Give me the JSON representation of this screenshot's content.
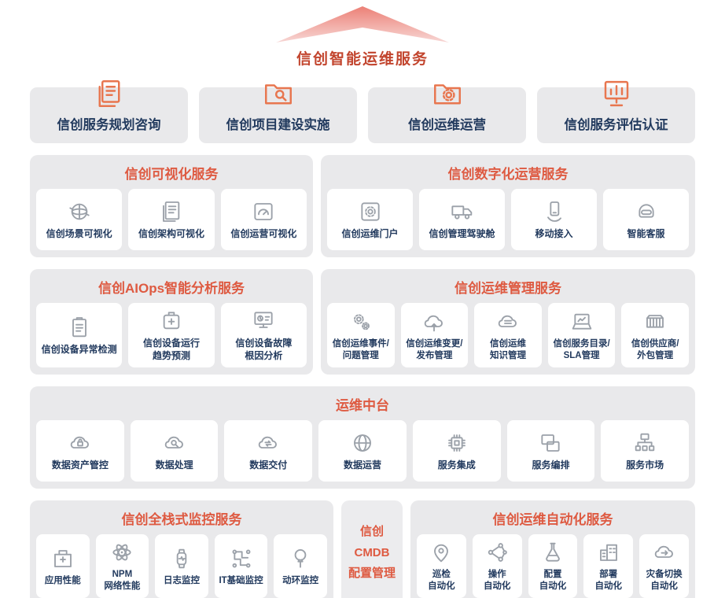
{
  "title": "信创智能运维服务",
  "colors": {
    "title_red": "#c2452e",
    "section_header_orange": "#de5a41",
    "label_navy": "#223a5e",
    "panel_gray": "#e9e9eb",
    "icon_gray": "#9ba1a9",
    "top_icon_orange": "#e8764f",
    "arrow_pink_top": "#ec8076",
    "arrow_pink_bottom": "#f7d6d4"
  },
  "top_services": [
    {
      "label": "信创服务规划咨询",
      "icon": "document-icon"
    },
    {
      "label": "信创项目建设实施",
      "icon": "folder-search-icon"
    },
    {
      "label": "信创运维运营",
      "icon": "folder-gear-icon"
    },
    {
      "label": "信创服务评估认证",
      "icon": "chart-board-icon"
    }
  ],
  "sections": {
    "visualization": {
      "title": "信创可视化服务",
      "items": [
        {
          "label": "信创场景可视化",
          "icon": "globe-arrows-icon"
        },
        {
          "label": "信创架构可视化",
          "icon": "blueprint-icon"
        },
        {
          "label": "信创运营可视化",
          "icon": "dashboard-icon"
        }
      ]
    },
    "digital_ops": {
      "title": "信创数字化运营服务",
      "items": [
        {
          "label": "信创运维门户",
          "icon": "gear-panel-icon"
        },
        {
          "label": "信创管理驾驶舱",
          "icon": "truck-icon"
        },
        {
          "label": "移动接入",
          "icon": "mobile-hand-icon"
        },
        {
          "label": "智能客服",
          "icon": "robot-icon"
        }
      ]
    },
    "aiops": {
      "title": "信创AIOps智能分析服务",
      "items": [
        {
          "label": "信创设备异常检测",
          "icon": "clipboard-icon"
        },
        {
          "label": "信创设备运行\n趋势预测",
          "icon": "device-plus-icon"
        },
        {
          "label": "信创设备故障\n根因分析",
          "icon": "monitor-chart-icon"
        }
      ]
    },
    "ops_mgmt": {
      "title": "信创运维管理服务",
      "items": [
        {
          "label": "信创运维事件/\n问题管理",
          "icon": "gears-icon"
        },
        {
          "label": "信创运维变更/\n发布管理",
          "icon": "cloud-upload-icon"
        },
        {
          "label": "信创运维\n知识管理",
          "icon": "cloud-list-icon"
        },
        {
          "label": "信创服务目录/\nSLA管理",
          "icon": "laptop-chart-icon"
        },
        {
          "label": "信创供应商/\n外包管理",
          "icon": "container-icon"
        }
      ]
    },
    "middle_platform": {
      "title": "运维中台",
      "items": [
        {
          "label": "数据资产管控",
          "icon": "cloud-lock-icon"
        },
        {
          "label": "数据处理",
          "icon": "cloud-search-icon"
        },
        {
          "label": "数据交付",
          "icon": "cloud-sync-icon"
        },
        {
          "label": "数据运营",
          "icon": "globe-icon"
        },
        {
          "label": "服务集成",
          "icon": "chip-icon"
        },
        {
          "label": "服务编排",
          "icon": "windows-icon"
        },
        {
          "label": "服务市场",
          "icon": "network-icon"
        }
      ]
    },
    "monitoring": {
      "title": "信创全栈式监控服务",
      "items": [
        {
          "label": "应用性能",
          "icon": "building-plus-icon"
        },
        {
          "label": "NPM\n网络性能",
          "icon": "atom-icon"
        },
        {
          "label": "日志监控",
          "icon": "watch-icon"
        },
        {
          "label": "IT基础监控",
          "icon": "circuit-icon"
        },
        {
          "label": "动环监控",
          "icon": "balloon-icon"
        }
      ]
    },
    "automation": {
      "title": "信创运维自动化服务",
      "items": [
        {
          "label": "巡检\n自动化",
          "icon": "person-pin-icon"
        },
        {
          "label": "操作\n自动化",
          "icon": "nodes-icon"
        },
        {
          "label": "配置\n自动化",
          "icon": "flask-icon"
        },
        {
          "label": "部署\n自动化",
          "icon": "building-icon"
        },
        {
          "label": "灾备切换\n自动化",
          "icon": "cloud-switch-icon"
        }
      ]
    }
  },
  "cmdb": {
    "label": "信创\nCMDB\n配置管理"
  }
}
